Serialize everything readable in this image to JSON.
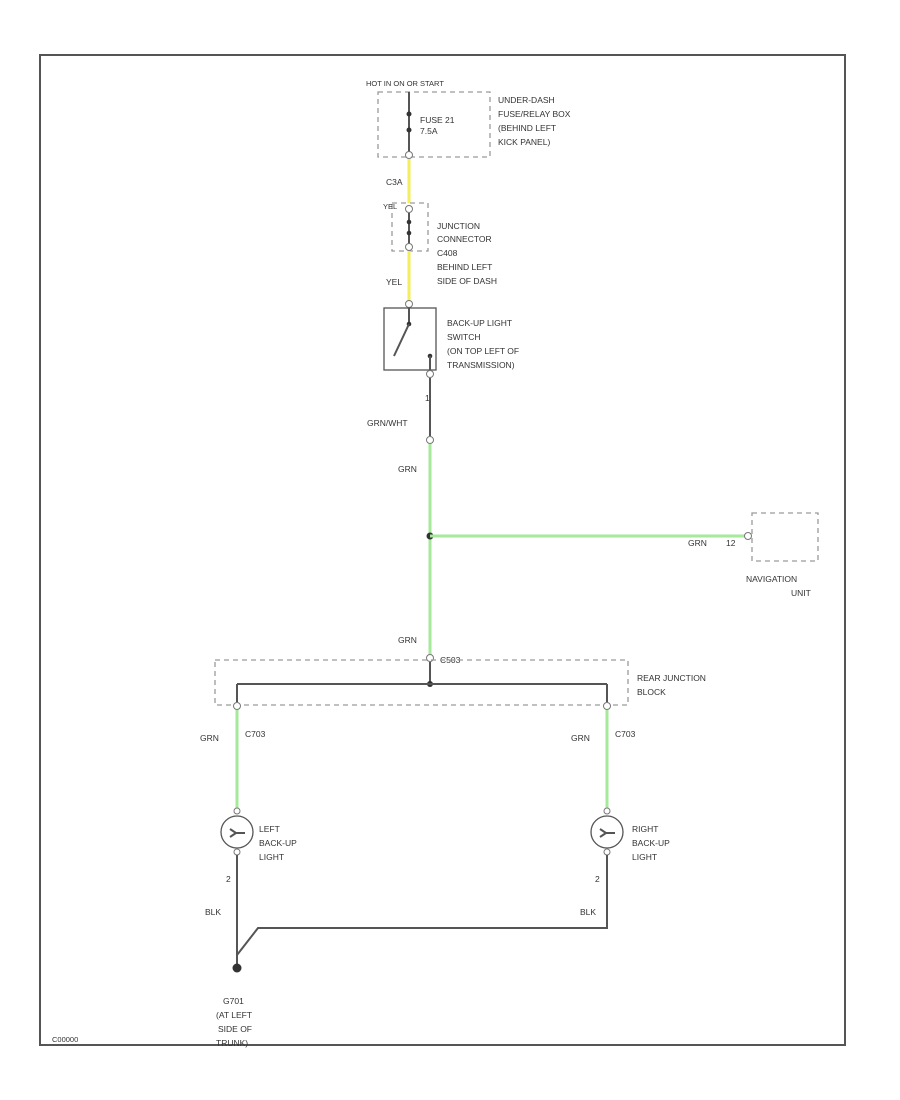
{
  "fuse_box": {
    "header": "HOT IN ON OR START",
    "fuse_name": "FUSE 21",
    "fuse_rating": "7.5A",
    "location_lines": [
      "UNDER-DASH",
      "FUSE/RELAY BOX",
      "(BEHIND LEFT",
      "KICK PANEL)"
    ]
  },
  "junction_connector": {
    "top_pin": "C3A",
    "top_wire": "YEL",
    "bottom_wire": "YEL",
    "name_lines": [
      "JUNCTION",
      "CONNECTOR",
      "C408",
      "BEHIND LEFT",
      "SIDE OF DASH"
    ]
  },
  "switch": {
    "name_lines": [
      "BACK-UP LIGHT",
      "SWITCH",
      "(ON TOP LEFT OF",
      "TRANSMISSION)"
    ],
    "pin": "1",
    "wire": "GRN/WHT"
  },
  "main_wire": {
    "label_upper": "GRN",
    "label_lower": "GRN"
  },
  "navigation": {
    "wire": "GRN",
    "pin": "12",
    "name_lines": [
      "NAVIGATION",
      "UNIT"
    ]
  },
  "rear_block": {
    "input_pin": "C503",
    "name_lines": [
      "REAR JUNCTION",
      "BLOCK"
    ],
    "left_pin": "C703",
    "right_pin": "C703",
    "left_wire": "GRN",
    "right_wire": "GRN"
  },
  "left_light": {
    "name_lines": [
      "LEFT",
      "BACK-UP",
      "LIGHT"
    ],
    "pin": "2",
    "ground_wire": "BLK"
  },
  "right_light": {
    "name_lines": [
      "RIGHT",
      "BACK-UP",
      "LIGHT"
    ],
    "pin": "2",
    "ground_wire": "BLK"
  },
  "ground": {
    "name_lines": [
      "G701",
      "(AT LEFT",
      "SIDE OF",
      "TRUNK)"
    ]
  },
  "figure_id": "C00000",
  "colors": {
    "yellow_wire": "#f2ee5e",
    "green_wire": "#a6e99a",
    "black_wire": "#555555"
  }
}
